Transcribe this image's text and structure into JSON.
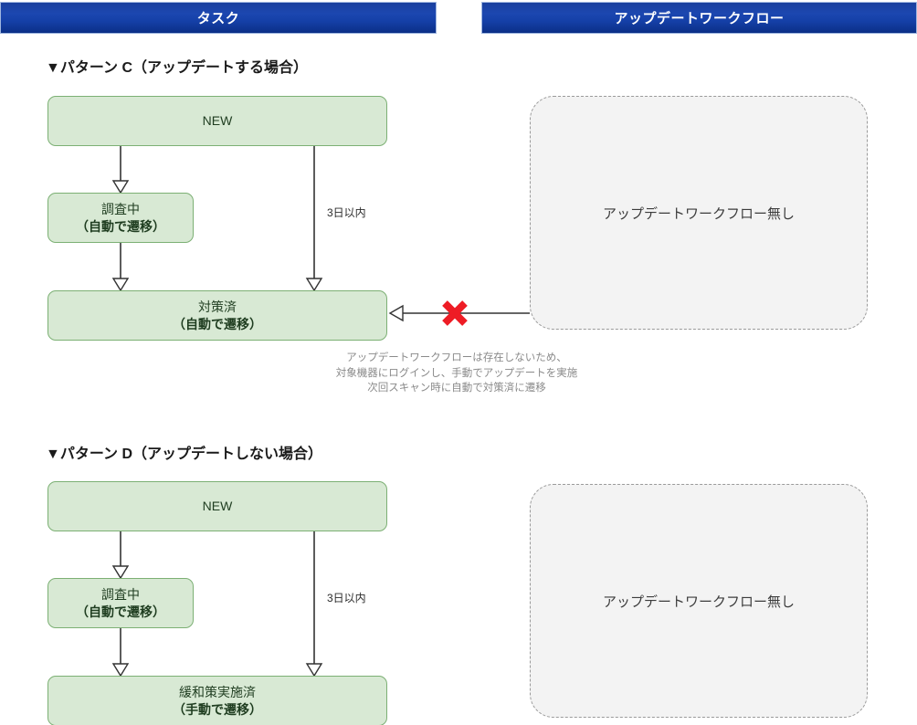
{
  "headers": {
    "left": "タスク",
    "right": "アップデートワークフロー"
  },
  "sections": [
    {
      "id": "pattern-c",
      "title": "▼パターン C（アップデートする場合）",
      "boxes": {
        "new": "NEW",
        "investigating_line1": "調査中",
        "investigating_line2": "（自動で遷移）",
        "handled_line1": "対策済",
        "handled_line2": "（自動で遷移）"
      },
      "edge_label": "3日以内",
      "workflow_panel": "アップデートワークフロー無し",
      "blocked_icon": "red-x-mark",
      "note": {
        "line1": "アップデートワークフローは存在しないため、",
        "line2": "対象機器にログインし、手動でアップデートを実施",
        "line3": "次回スキャン時に自動で対策済に遷移"
      }
    },
    {
      "id": "pattern-d",
      "title": "▼パターン D（アップデートしない場合）",
      "boxes": {
        "new": "NEW",
        "investigating_line1": "調査中",
        "investigating_line2": "（自動で遷移）",
        "mitigated_line1": "緩和策実施済",
        "mitigated_line2": "（手動で遷移）"
      },
      "edge_label": "3日以内",
      "workflow_panel": "アップデートワークフロー無し"
    }
  ],
  "colors": {
    "header_blue": "#1540a8",
    "box_fill": "#d8e9d4",
    "box_border": "#7cb074",
    "panel_fill": "#f3f3f3",
    "panel_border": "#9a9a9a",
    "x_mark_red": "#ee1c25",
    "note_gray": "#8a8a8a"
  }
}
